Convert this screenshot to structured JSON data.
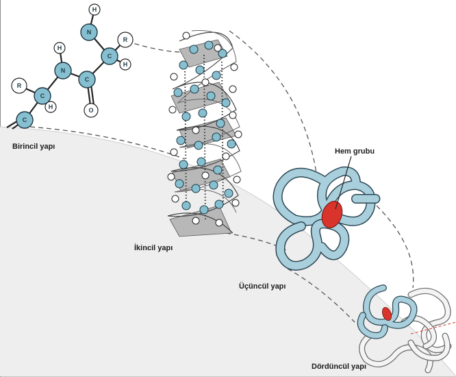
{
  "labels": {
    "primary": "Birincil yapı",
    "secondary": "İkincil yapı",
    "tertiary": "Üçüncül yapı",
    "quaternary": "Dördüncül yapı",
    "heme": "Hem grubu"
  },
  "atoms": {
    "hydrogen": "H",
    "nitrogen": "N",
    "carbon": "C",
    "oxygen": "O",
    "r_group": "R"
  },
  "colors": {
    "carbon_nitrogen": "#86c0d0",
    "protein_tube": "#a9cfdc",
    "heme": "#d9342b",
    "helix_shadow": "#b8b8b8"
  }
}
